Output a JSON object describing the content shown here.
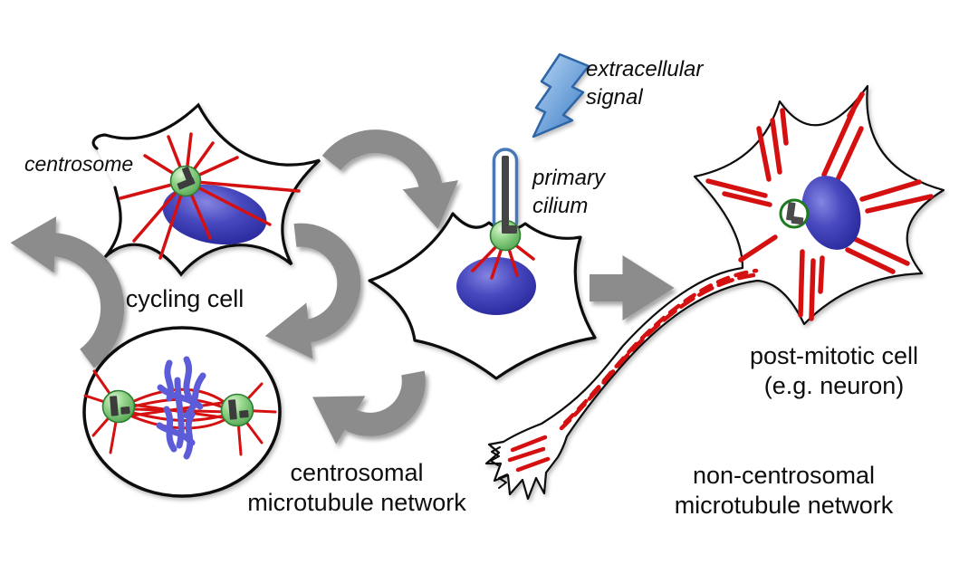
{
  "figure": {
    "type": "cell-biology-schematic",
    "labels": {
      "centrosome": "centrosome",
      "cycling_cell": "cycling cell",
      "extracellular_line1": "extracellular",
      "extracellular_line2": "signal",
      "primary_cilium_line1": "primary",
      "primary_cilium_line2": "cilium",
      "centrosomal_line1": "centrosomal",
      "centrosomal_line2": "microtubule network",
      "post_mitotic_line1": "post-mitotic cell",
      "post_mitotic_line2": "(e.g. neuron)",
      "non_centrosomal_line1": "non-centrosomal",
      "non_centrosomal_line2": "microtubule network"
    },
    "icons": {
      "extracellular_signal": "lightning-bolt-icon",
      "centrosome_active": "green-centriole-pair-icon",
      "centrosome_inactive": "outlined-centriole-pair-icon",
      "cycle_arrows": "gray-curved-arrow-icon"
    },
    "colors": {
      "microtubule_red": "#d51010",
      "nucleus_blue": "#4545bb",
      "centrosome_green": "#7cc87c",
      "centrosome_green_dark": "#2e7d32",
      "arrow_gray": "#8c8c8c",
      "signal_blue": "#5b8fd0",
      "cilium_outline_blue": "#4878b8",
      "chromosome_blue": "#5c5cd8",
      "membrane_black": "#0b0b0b",
      "text_black": "#0d0d0d"
    }
  }
}
